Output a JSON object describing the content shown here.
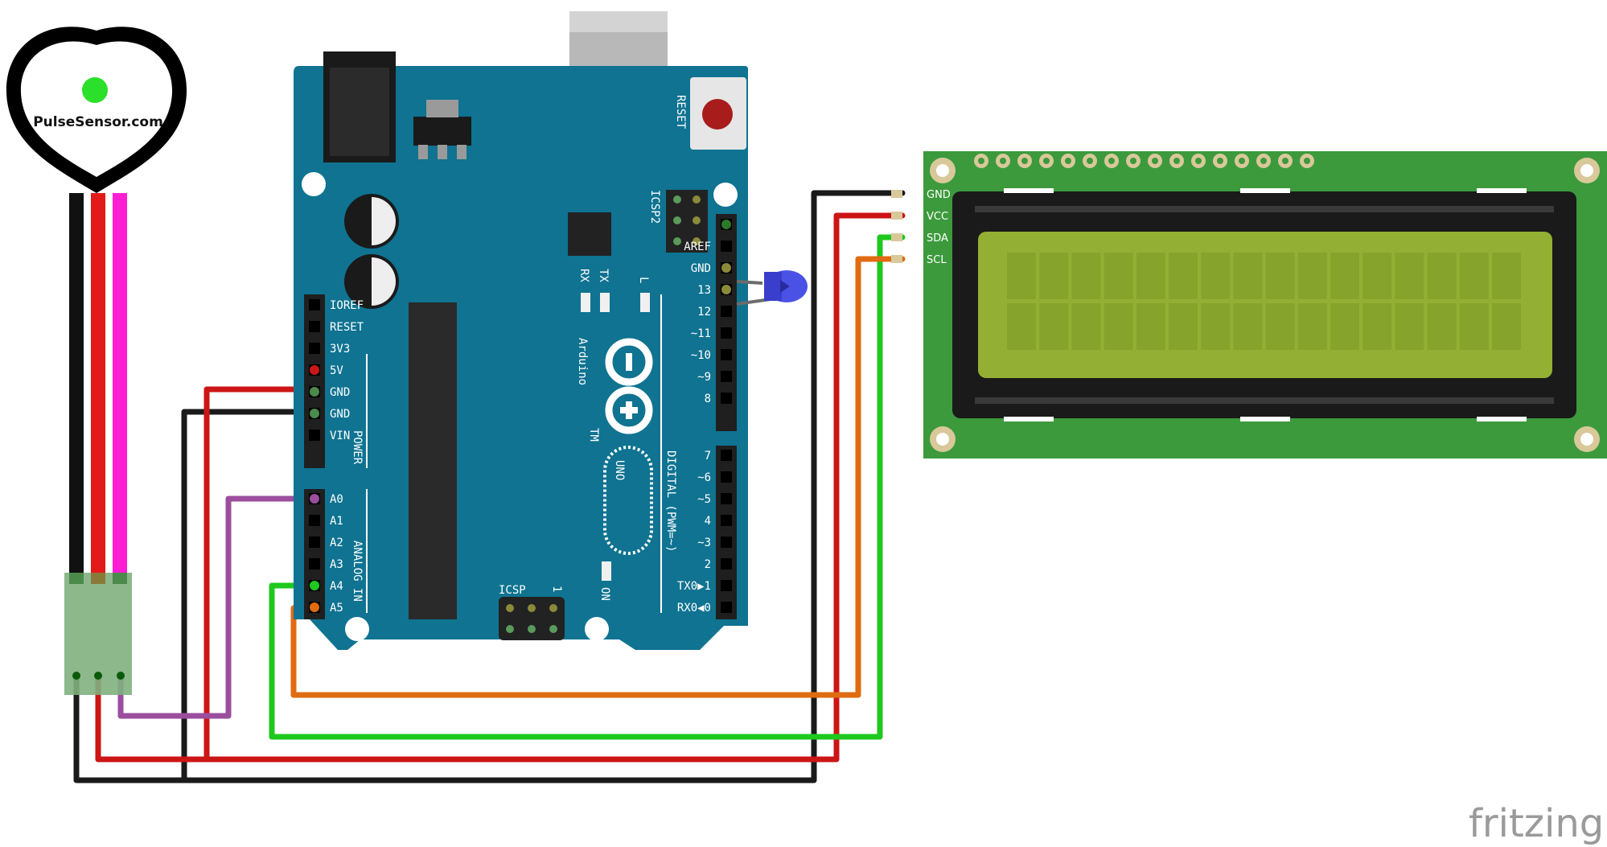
{
  "pulse_sensor": {
    "brand": "PulseSensor.com"
  },
  "arduino": {
    "reset_label": "RESET",
    "icsp2_label": "ICSP2",
    "icsp_label": "ICSP",
    "icsp_pin1": "1",
    "tx_label": "TX",
    "rx_label": "RX",
    "l_label": "L",
    "on_label": "ON",
    "brand_label": "Arduino",
    "trademark": "TM",
    "model_label": "UNO",
    "power_label": "POWER",
    "analog_label": "ANALOG IN",
    "digital_label": "DIGITAL (PWM=~)",
    "power_pins": [
      "IOREF",
      "RESET",
      "3V3",
      "5V",
      "GND",
      "GND",
      "VIN"
    ],
    "analog_pins": [
      "A0",
      "A1",
      "A2",
      "A3",
      "A4",
      "A5"
    ],
    "digital_top_pins": [
      "AREF",
      "GND",
      "13",
      "12",
      "~11",
      "~10",
      "~9",
      "8"
    ],
    "digital_bottom_pins": [
      "7",
      "~6",
      "~5",
      "4",
      "~3",
      "2",
      "TX0▶1",
      "RX0◀0"
    ]
  },
  "lcd": {
    "pins": [
      "GND",
      "VCC",
      "SDA",
      "SCL"
    ],
    "rows": 2,
    "cols": 16
  },
  "watermark": "fritzing",
  "colors": {
    "board": "#0f7391",
    "board_dark": "#0a5a73",
    "lcd_pcb": "#3c9a3c",
    "lcd_screen": "#93b034",
    "wire_black": "#1a1a1a",
    "wire_red": "#cc1515",
    "wire_pink": "#ff1ed2",
    "wire_purple": "#9b4e9e",
    "wire_green": "#1ec81e",
    "wire_orange": "#e06b10",
    "led_blue": "#4a52e6"
  }
}
